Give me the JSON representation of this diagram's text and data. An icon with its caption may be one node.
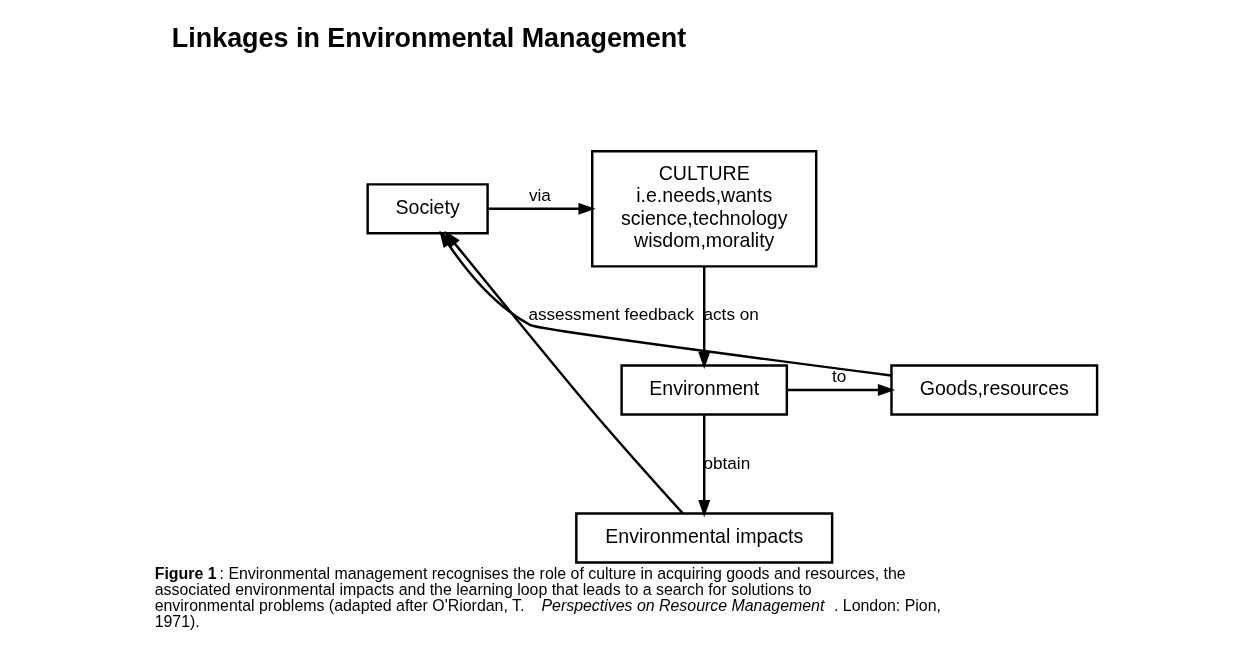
{
  "diagram": {
    "title": "Linkages in Environmental Management",
    "caption": "**Figure 1**: Environmental management recognises the role of culture in acquiring goods and resources, the associated environmental impacts and the learning loop that leads to a search for solutions to environmental problems (adapted after O'Riordan, T. *Perspectives on Resource Management*. London: Pion, 1971).",
    "nodes": [
      {
        "text": [
          "Society"
        ]
      },
      {
        "text": [
          "CULTURE i.e.needs,wants science,technology wisdom,morality"
        ]
      },
      {
        "text": [
          "Goods,resources"
        ]
      },
      {
        "text": [
          "Environment"
        ]
      },
      {
        "text": [
          "Environmental impacts"
        ]
      }
    ],
    "edges": [
      {
        "from": 0,
        "to": 1,
        "arrow": "to",
        "label": "via"
      },
      {
        "from": 1,
        "to": 3,
        "arrow": "to",
        "label": "acts on"
      },
      {
        "from": 3,
        "to": 2,
        "arrow": "to",
        "label": "to"
      },
      {
        "from": 3,
        "to": 4,
        "arrow": "to",
        "label": "obtain"
      },
      {
        "from": 2,
        "to": 0,
        "arrow": "to",
        "label": "assessment feedback"
      },
      {
        "from": 4,
        "to": 0,
        "arrow": "to"
      }
    ]
  }
}
